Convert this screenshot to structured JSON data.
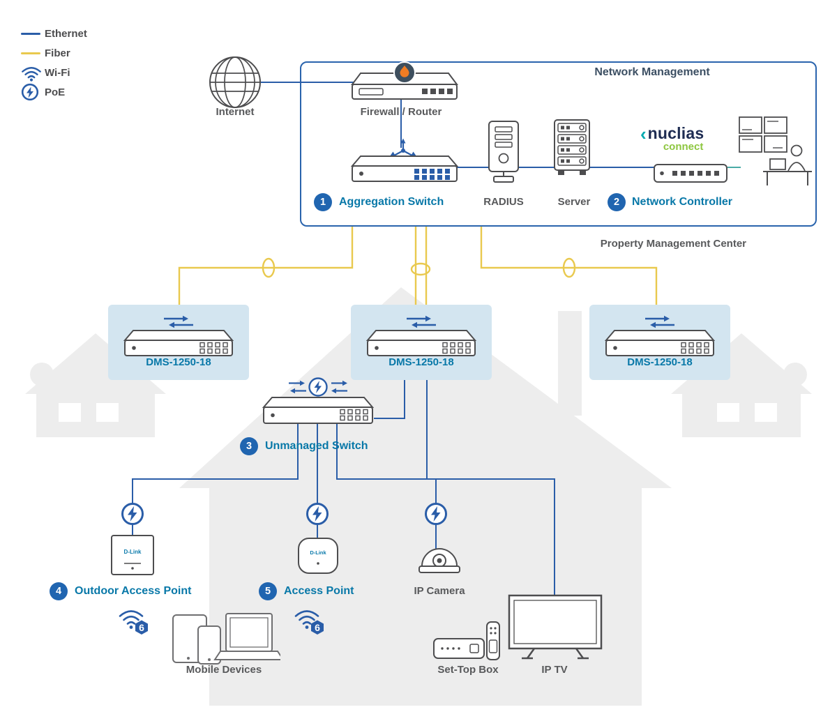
{
  "legend": {
    "items": [
      {
        "id": "ethernet",
        "label": "Ethernet"
      },
      {
        "id": "fiber",
        "label": "Fiber"
      },
      {
        "id": "wifi",
        "label": "Wi-Fi"
      },
      {
        "id": "poe",
        "label": "PoE"
      }
    ]
  },
  "management": {
    "title": "Network Management",
    "subtitle": "Property Management Center",
    "internet": "Internet",
    "firewall": "Firewall / Router",
    "aggregation_number": "1",
    "aggregation": "Aggregation Switch",
    "radius": "RADIUS",
    "server": "Server",
    "controller_number": "2",
    "controller": "Network Controller",
    "nuclias_chevron": "‹",
    "nuclias_brand": "nuclias",
    "nuclias_sub": "connect"
  },
  "distribution": {
    "dms": [
      {
        "label": "DMS-1250-18"
      },
      {
        "label": "DMS-1250-18"
      },
      {
        "label": "DMS-1250-18"
      }
    ],
    "unmanaged_number": "3",
    "unmanaged": "Unmanaged Switch"
  },
  "access": {
    "outdoor_ap_number": "4",
    "outdoor_ap": "Outdoor Access Point",
    "ap_number": "5",
    "ap": "Access Point",
    "ip_camera": "IP Camera",
    "mobile_devices": "Mobile Devices",
    "set_top_box": "Set-Top Box",
    "ip_tv": "IP TV",
    "wifi6_badge": "6",
    "dlink_logo": "D-Link"
  },
  "colors": {
    "ethernet": "#2a5da8",
    "fiber": "#e9c94e",
    "accent_teal": "#0878a8",
    "badge_blue": "#2065b0",
    "nuclias_green": "#8dc63f"
  }
}
